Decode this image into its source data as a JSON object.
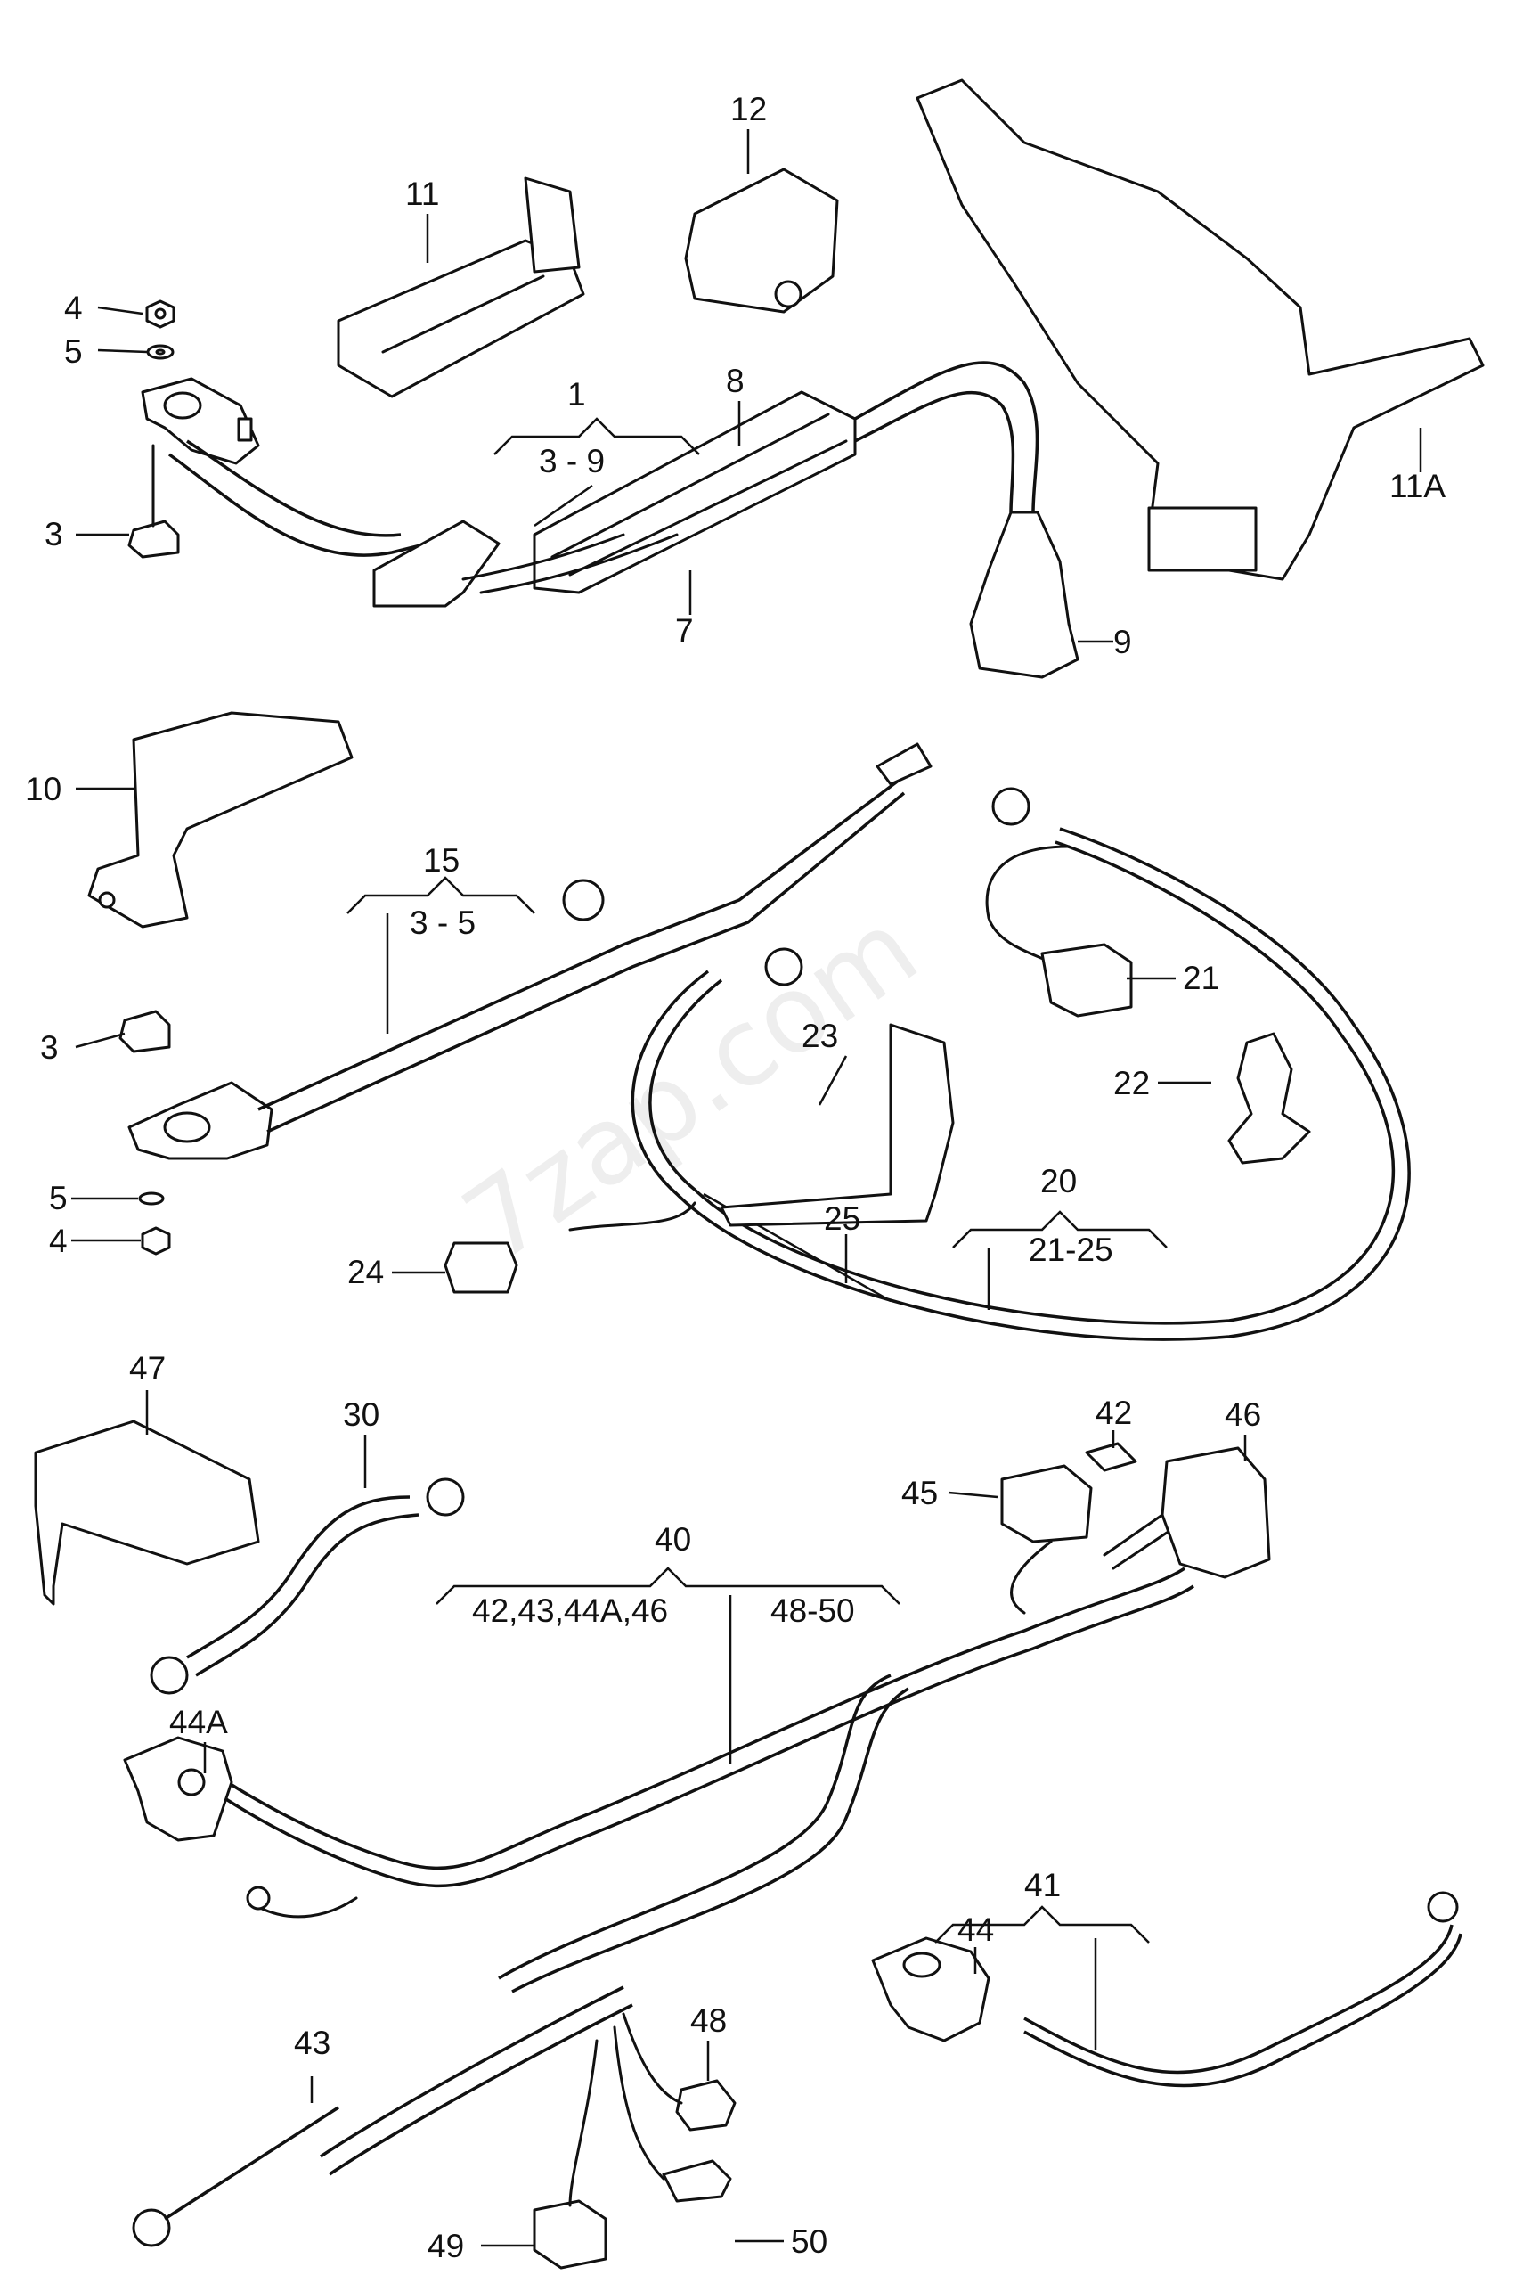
{
  "watermark": "7zap.com",
  "callouts": {
    "c1": "1",
    "c1_range": "3 - 9",
    "c3a": "3",
    "c4a": "4",
    "c5a": "5",
    "c7": "7",
    "c8": "8",
    "c9": "9",
    "c10": "10",
    "c11": "11",
    "c11a": "11A",
    "c12": "12",
    "c15": "15",
    "c15_range": "3 - 5",
    "c3b": "3",
    "c4b": "4",
    "c5b": "5",
    "c20": "20",
    "c20_range": "21-25",
    "c21": "21",
    "c22": "22",
    "c23": "23",
    "c24": "24",
    "c25": "25",
    "c30": "30",
    "c40": "40",
    "c40_range_a": "42,43,44A,46",
    "c40_range_b": "48-50",
    "c41": "41",
    "c42": "42",
    "c43": "43",
    "c44": "44",
    "c44a": "44A",
    "c45": "45",
    "c46": "46",
    "c47": "47",
    "c48": "48",
    "c49": "49",
    "c50": "50"
  },
  "icons": [
    "battery-terminal-clamp-icon",
    "cable-lug-icon",
    "connector-icon",
    "bracket-icon",
    "nut-icon",
    "washer-icon"
  ]
}
